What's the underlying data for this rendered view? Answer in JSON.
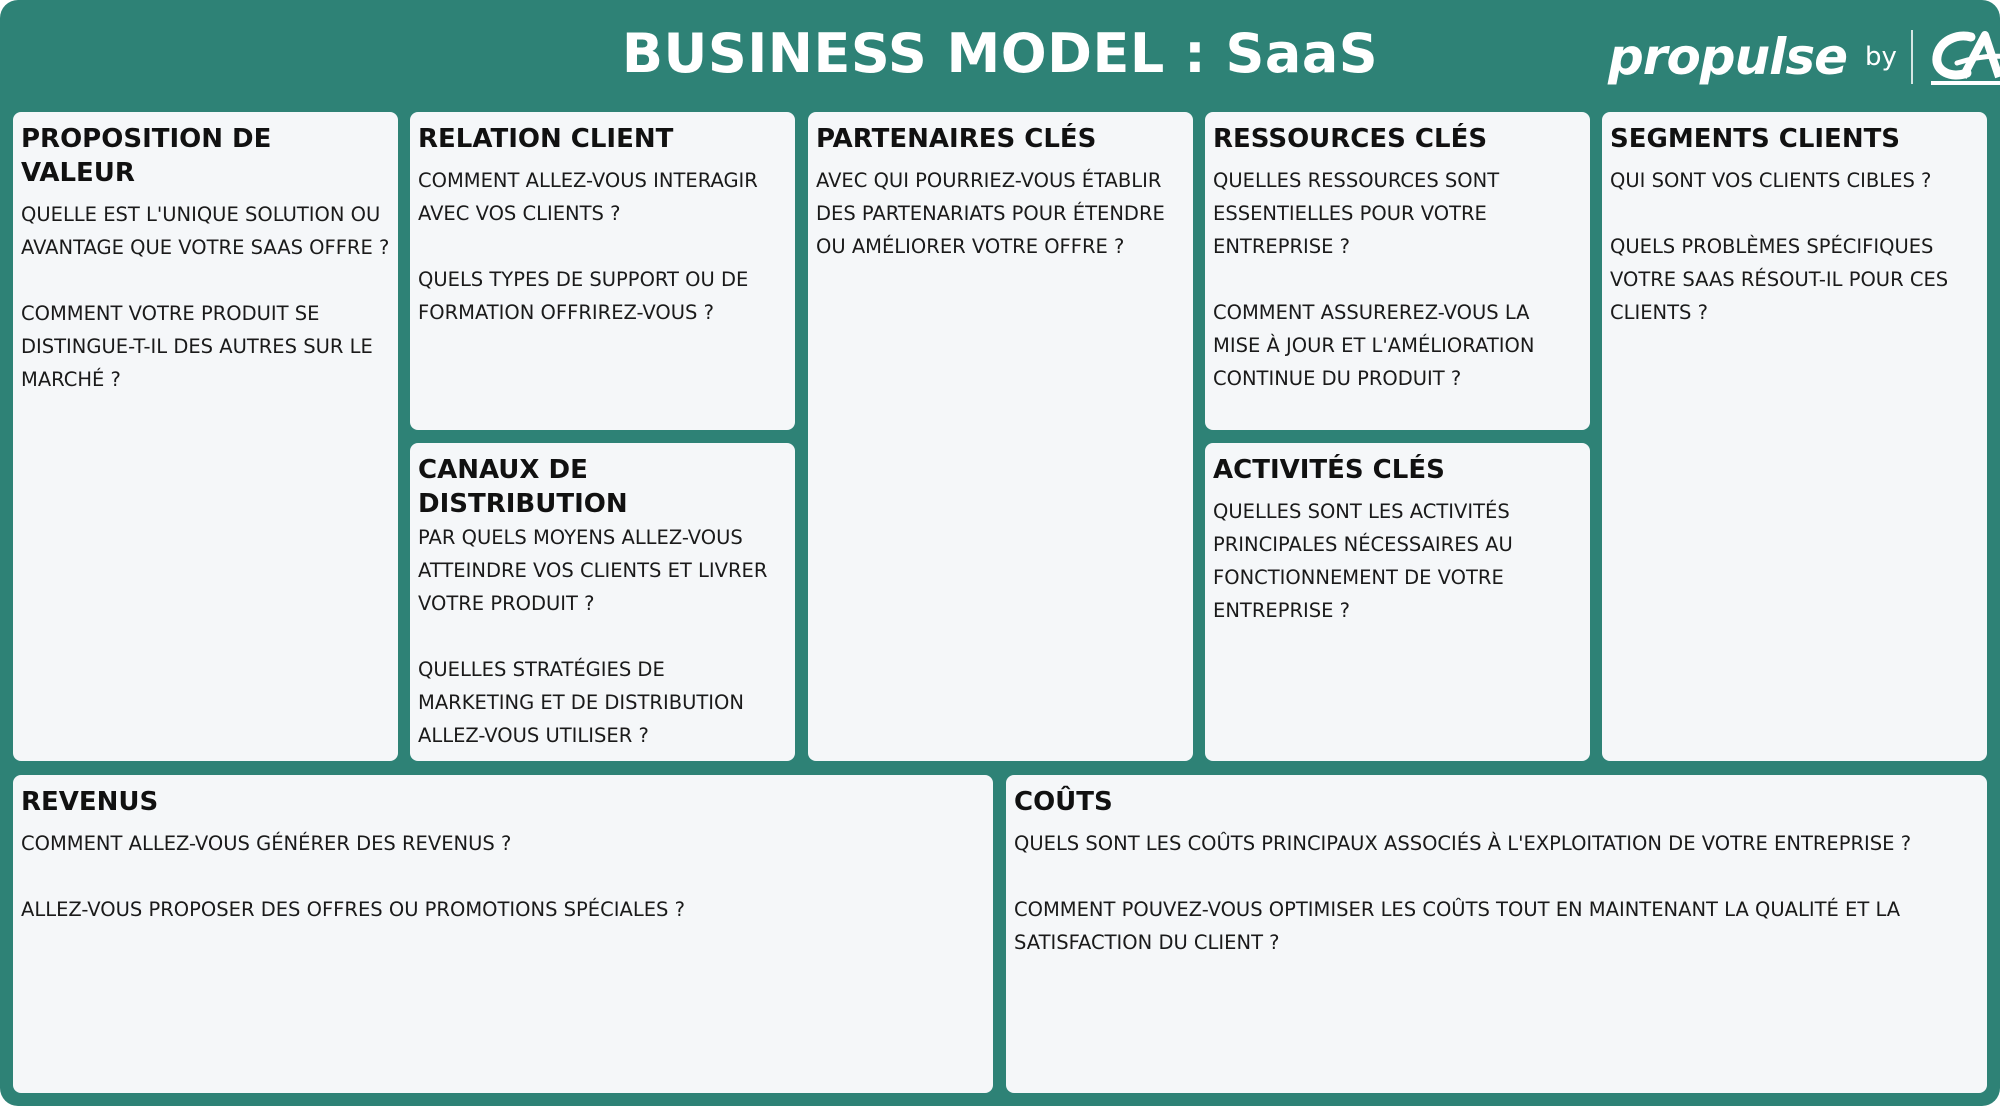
{
  "header": {
    "title": "BUSINESS MODEL : SaaS",
    "brand": "propulse",
    "brand_by": "by",
    "logo_text": "CA"
  },
  "blocks": {
    "proposition": {
      "title": "PROPOSITION DE VALEUR",
      "questions": [
        "QUELLE EST L'UNIQUE SOLUTION OU AVANTAGE QUE VOTRE SAAS OFFRE ?",
        "COMMENT VOTRE PRODUIT SE DISTINGUE-T-IL DES AUTRES SUR LE MARCHÉ ?"
      ]
    },
    "relation": {
      "title": "RELATION CLIENT",
      "questions": [
        "COMMENT ALLEZ-VOUS INTERAGIR AVEC VOS CLIENTS ?",
        "QUELS TYPES DE SUPPORT OU DE FORMATION OFFRIREZ-VOUS ?"
      ]
    },
    "canaux": {
      "title": "CANAUX DE DISTRIBUTION",
      "questions": [
        "PAR QUELS MOYENS ALLEZ-VOUS ATTEINDRE VOS CLIENTS ET LIVRER VOTRE PRODUIT ?",
        "QUELLES STRATÉGIES DE MARKETING ET DE DISTRIBUTION ALLEZ-VOUS UTILISER ?"
      ]
    },
    "partenaires": {
      "title": "PARTENAIRES CLÉS",
      "questions": [
        "AVEC QUI POURRIEZ-VOUS ÉTABLIR DES PARTENARIATS POUR ÉTENDRE OU AMÉLIORER VOTRE OFFRE ?"
      ]
    },
    "ressources": {
      "title": "RESSOURCES CLÉS",
      "questions": [
        "QUELLES RESSOURCES SONT ESSENTIELLES POUR VOTRE ENTREPRISE ?",
        "COMMENT ASSUREREZ-VOUS LA MISE À JOUR ET L'AMÉLIORATION CONTINUE DU PRODUIT ?"
      ]
    },
    "activites": {
      "title": "ACTIVITÉS CLÉS",
      "questions": [
        "QUELLES SONT LES ACTIVITÉS PRINCIPALES NÉCESSAIRES AU FONCTIONNEMENT DE VOTRE ENTREPRISE ?"
      ]
    },
    "segments": {
      "title": "SEGMENTS CLIENTS",
      "questions": [
        "QUI SONT VOS CLIENTS CIBLES ?",
        "QUELS PROBLÈMES SPÉCIFIQUES VOTRE SAAS RÉSOUT-IL POUR CES CLIENTS ?"
      ]
    },
    "revenus": {
      "title": "REVENUS",
      "questions": [
        "COMMENT ALLEZ-VOUS GÉNÉRER DES REVENUS ?",
        "ALLEZ-VOUS PROPOSER DES OFFRES OU PROMOTIONS SPÉCIALES ?"
      ]
    },
    "couts": {
      "title": "COÛTS",
      "questions": [
        "QUELS SONT LES COÛTS PRINCIPAUX ASSOCIÉS À L'EXPLOITATION DE VOTRE ENTREPRISE ?",
        "COMMENT POUVEZ-VOUS OPTIMISER LES COÛTS TOUT EN MAINTENANT LA QUALITÉ ET LA SATISFACTION DU CLIENT ?"
      ]
    }
  },
  "colors": {
    "background": "#2e8276",
    "panel": "#f5f7f9",
    "text": "#111111"
  }
}
